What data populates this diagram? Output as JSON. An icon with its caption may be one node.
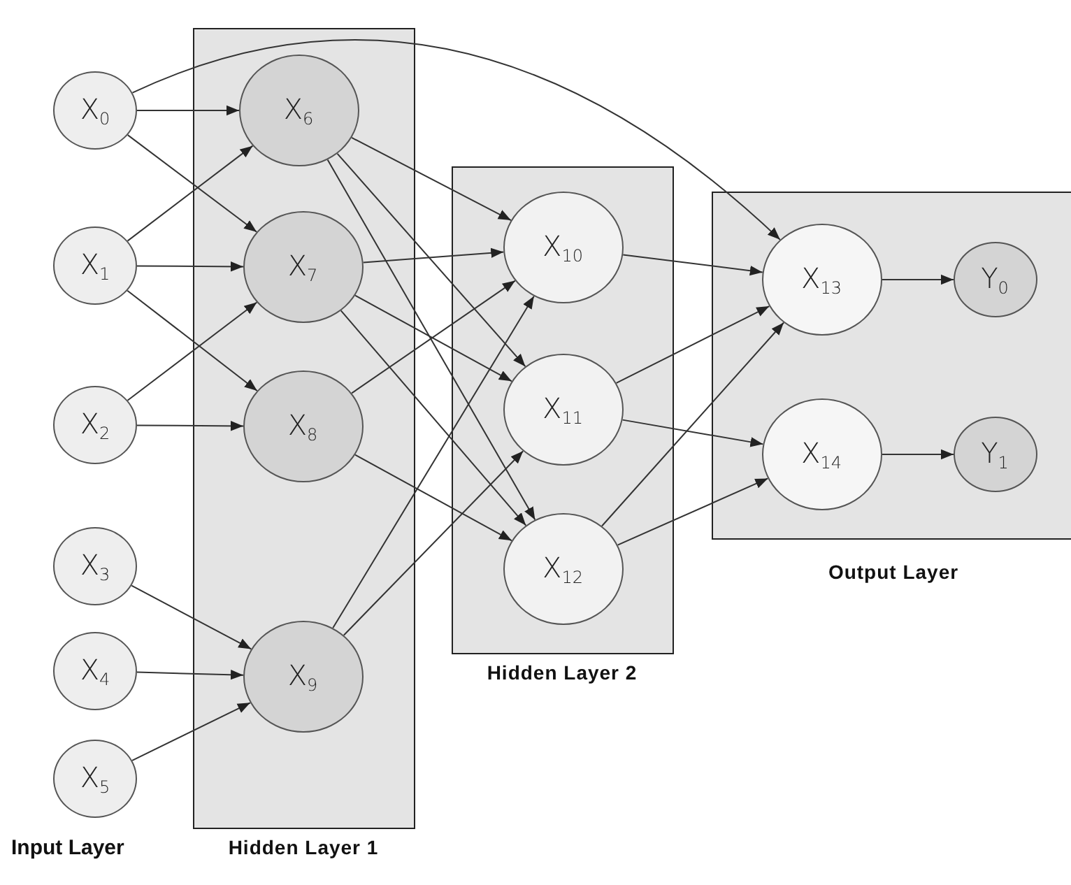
{
  "diagram": {
    "nodes": [
      {
        "text": [
          "X$_{0}$"
        ]
      },
      {
        "text": [
          "X$_{1}$"
        ]
      },
      {
        "text": [
          "X$_{2}$"
        ]
      },
      {
        "text": [
          "X$_{3}$"
        ]
      },
      {
        "text": [
          "X$_{4}$"
        ]
      },
      {
        "text": [
          "X$_{5}$"
        ]
      },
      {
        "text": [
          "Hidden Layer 1"
        ]
      },
      {
        "text": [
          "X$_{6}$"
        ],
        "in": 6
      },
      {
        "text": [
          "X$_{7}$"
        ],
        "in": 6
      },
      {
        "text": [
          "X$_{8}$"
        ],
        "in": 6
      },
      {
        "text": [
          "X$_{9}$"
        ],
        "in": 6
      },
      {
        "text": [
          "Hidden Layer 2"
        ]
      },
      {
        "text": [
          "X$_{10}$"
        ],
        "in": 11
      },
      {
        "text": [
          "X$_{11}$"
        ],
        "in": 11
      },
      {
        "text": [
          "X$_{12}$"
        ],
        "in": 11
      },
      {
        "text": [
          "Output Layer"
        ]
      },
      {
        "text": [
          "X$_{13}$"
        ],
        "in": 15
      },
      {
        "text": [
          "X$_{14}$"
        ],
        "in": 15
      },
      {
        "text": [
          "Y$_{0}$"
        ],
        "in": 15
      },
      {
        "text": [
          "Y$_{1}$"
        ],
        "in": 15
      }
    ],
    "edges": [
      {
        "from": 0,
        "to": 7,
        "arrow": "to"
      },
      {
        "from": 0,
        "to": 8,
        "arrow": "to"
      },
      {
        "from": 0,
        "to": 16,
        "arrow": "to"
      },
      {
        "from": 1,
        "to": 7,
        "arrow": "to"
      },
      {
        "from": 1,
        "to": 8,
        "arrow": "to"
      },
      {
        "from": 1,
        "to": 9,
        "arrow": "to"
      },
      {
        "from": 2,
        "to": 8,
        "arrow": "to"
      },
      {
        "from": 2,
        "to": 9,
        "arrow": "to"
      },
      {
        "from": 3,
        "to": 10,
        "arrow": "to"
      },
      {
        "from": 4,
        "to": 10,
        "arrow": "to"
      },
      {
        "from": 5,
        "to": 10,
        "arrow": "to"
      },
      {
        "from": 7,
        "to": 12,
        "arrow": "to"
      },
      {
        "from": 7,
        "to": 13,
        "arrow": "to"
      },
      {
        "from": 7,
        "to": 14,
        "arrow": "to"
      },
      {
        "from": 8,
        "to": 12,
        "arrow": "to"
      },
      {
        "from": 8,
        "to": 13,
        "arrow": "to"
      },
      {
        "from": 8,
        "to": 14,
        "arrow": "to"
      },
      {
        "from": 9,
        "to": 12,
        "arrow": "to"
      },
      {
        "from": 9,
        "to": 14,
        "arrow": "to"
      },
      {
        "from": 10,
        "to": 12,
        "arrow": "to"
      },
      {
        "from": 10,
        "to": 13,
        "arrow": "to"
      },
      {
        "from": 12,
        "to": 16,
        "arrow": "to"
      },
      {
        "from": 13,
        "to": 16,
        "arrow": "to"
      },
      {
        "from": 13,
        "to": 17,
        "arrow": "to"
      },
      {
        "from": 14,
        "to": 16,
        "arrow": "to"
      },
      {
        "from": 14,
        "to": 17,
        "arrow": "to"
      },
      {
        "from": 16,
        "to": 18,
        "arrow": "to"
      },
      {
        "from": 17,
        "to": 19,
        "arrow": "to"
      }
    ],
    "labels": [
      "Input Layer"
    ]
  }
}
